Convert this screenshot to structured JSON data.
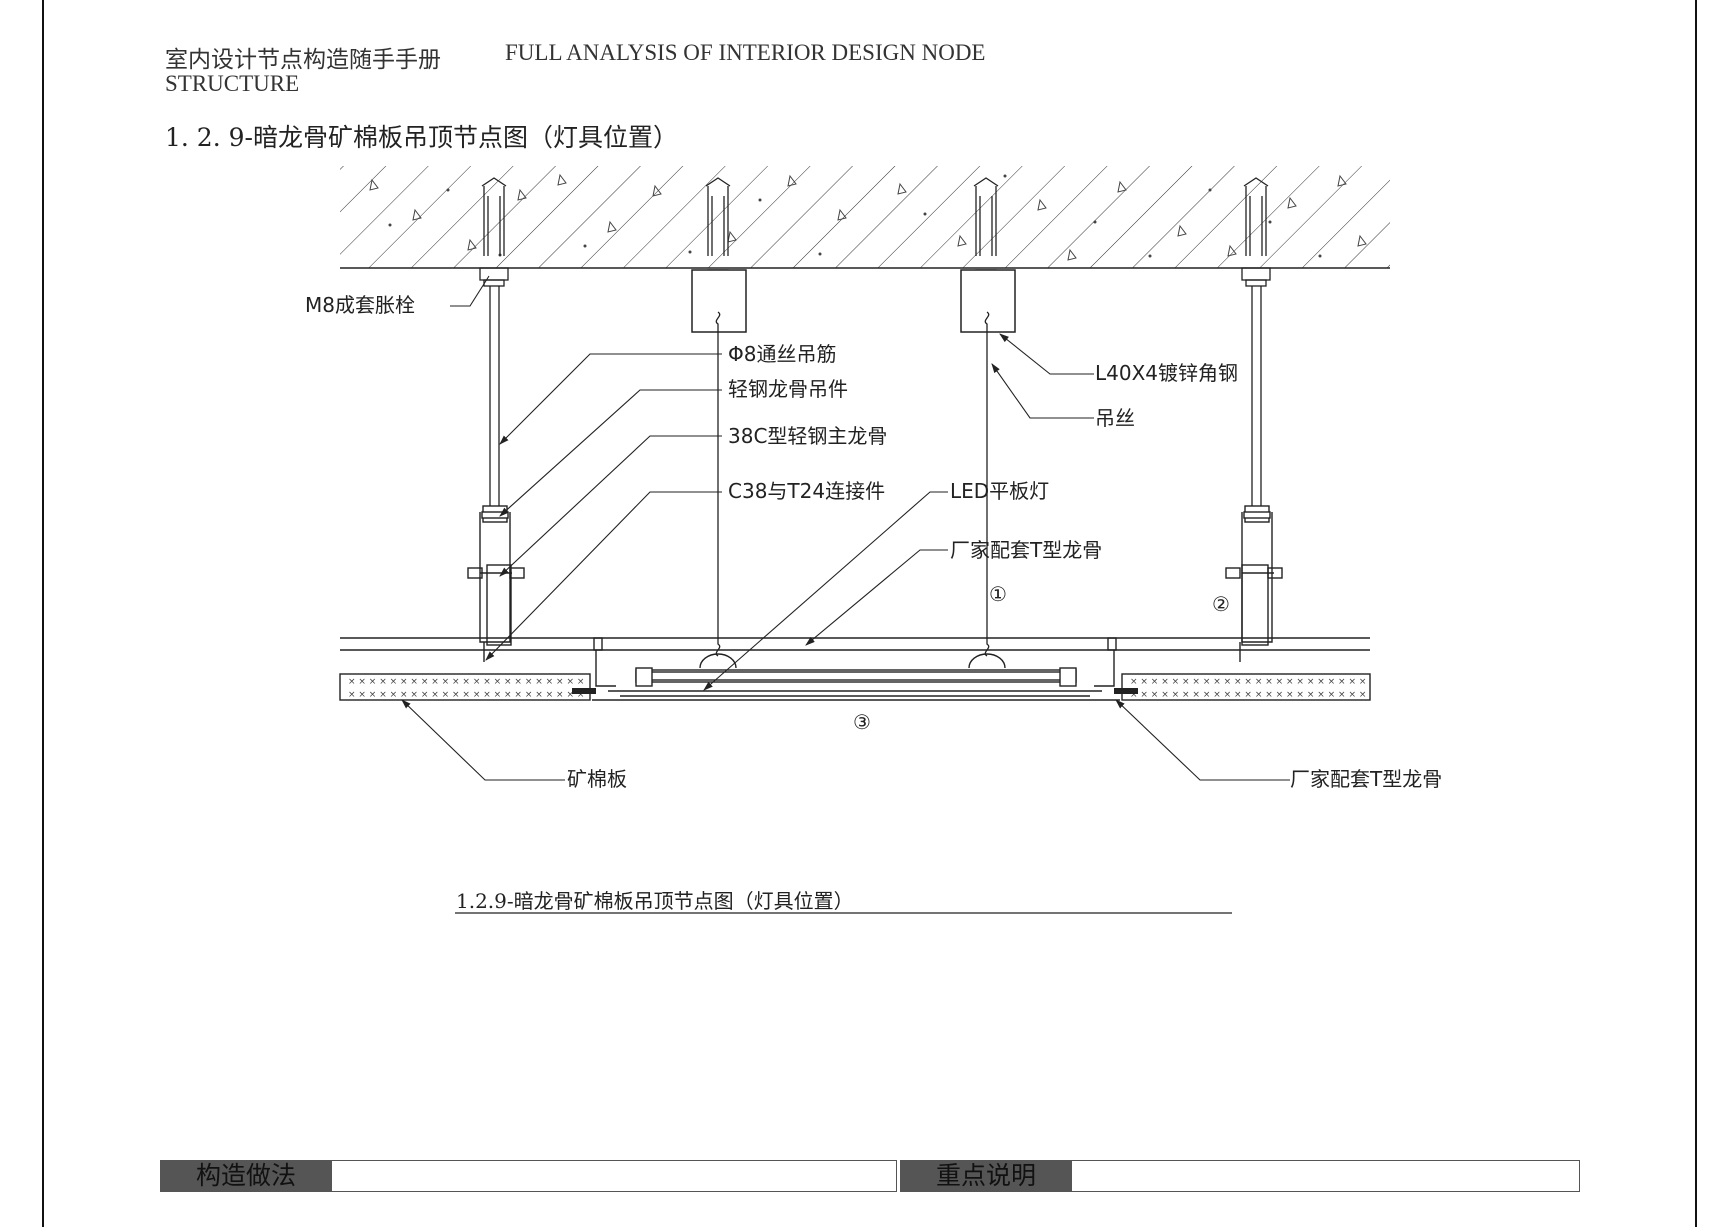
{
  "header": {
    "title_cn": "室内设计节点构造随手手册",
    "title_en_line1": "FULL ANALYSIS OF INTERIOR DESIGN NODE",
    "title_en_line2": "STRUCTURE"
  },
  "section_title": "1. 2. 9-暗龙骨矿棉板吊顶节点图（灯具位置）",
  "labels": {
    "m8_bolt": "M8成套胀栓",
    "rod": "Φ8通丝吊筋",
    "hanger": "轻钢龙骨吊件",
    "main_keel": "38C型轻钢主龙骨",
    "connector": "C38与T24连接件",
    "angle": "L40X4镀锌角钢",
    "wire": "吊丝",
    "led": "LED平板灯",
    "t_keel_top": "厂家配套T型龙骨",
    "mineral_board": "矿棉板",
    "t_keel_bottom": "厂家配套T型龙骨",
    "marker_1": "①",
    "marker_2": "②",
    "marker_3": "③"
  },
  "caption": "1.2.9-暗龙骨矿棉板吊顶节点图（灯具位置）",
  "footer": {
    "method_label": "构造做法",
    "key_label": "重点说明"
  }
}
